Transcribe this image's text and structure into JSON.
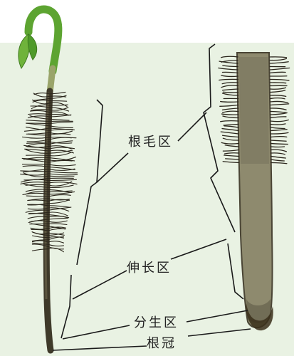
{
  "diagram": {
    "labels": {
      "root_hair_zone": "根毛区",
      "elongation_zone": "伸长区",
      "meristem_zone": "分生区",
      "root_cap": "根冠"
    }
  },
  "colors": {
    "panel_background": "#e9f2e3",
    "seedling_green": "#5da431",
    "root_dark": "#3f3a2a",
    "root_light": "#8e8a6e",
    "root_hair": "#2b261c",
    "leader_line": "#1a1a1a"
  }
}
